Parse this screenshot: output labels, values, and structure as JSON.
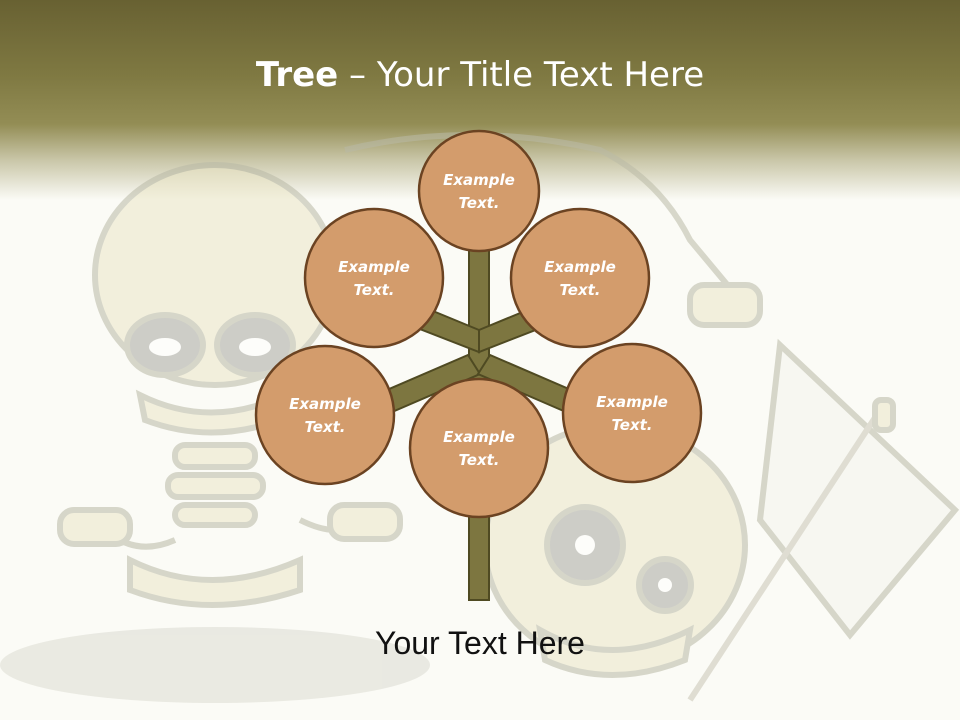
{
  "title": {
    "bold": "Tree",
    "separator": "–",
    "rest": "Your Title Text Here"
  },
  "nodes": [
    {
      "line1": "Example",
      "line2": "Text."
    },
    {
      "line1": "Example",
      "line2": "Text."
    },
    {
      "line1": "Example",
      "line2": "Text."
    },
    {
      "line1": "Example",
      "line2": "Text."
    },
    {
      "line1": "Example",
      "line2": "Text."
    },
    {
      "line1": "Example",
      "line2": "Text."
    }
  ],
  "caption": "Your Text Here",
  "colors": {
    "node_fill": "#d39c6c",
    "node_stroke": "#6b4322",
    "trunk": "#7d7640",
    "trunk_stroke": "#4f4a22",
    "header": "#7f7942"
  }
}
